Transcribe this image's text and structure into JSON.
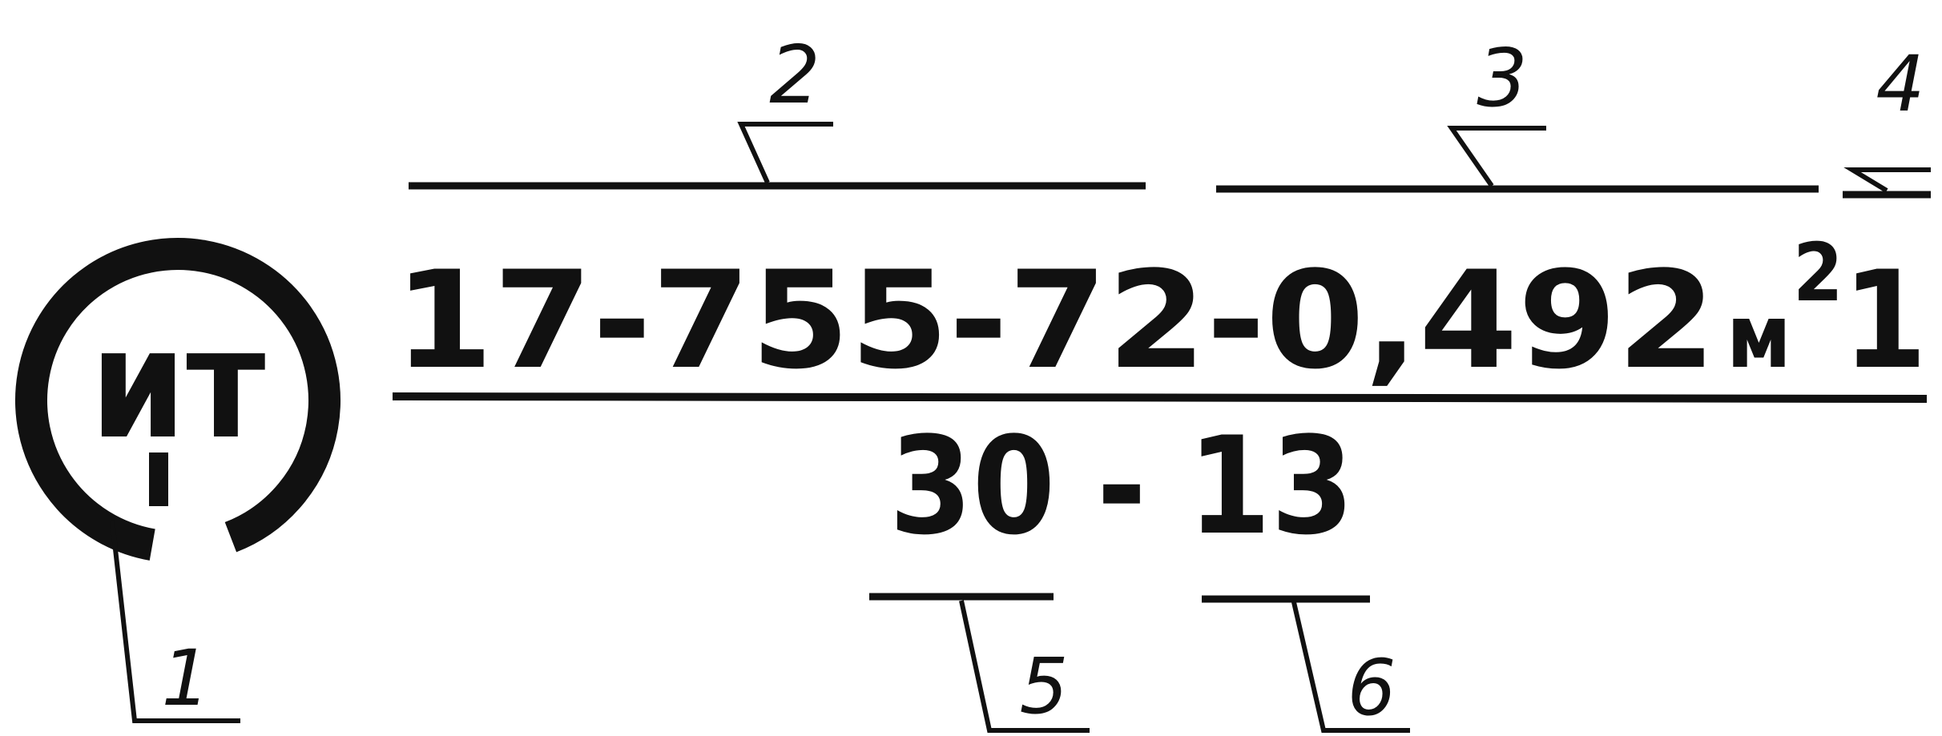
{
  "logo": {
    "text": "ит"
  },
  "formula": {
    "designation": "17-755-72-0,492",
    "unit": "м",
    "unit_power": "2",
    "grade": "1",
    "bottom": "30 - 13"
  },
  "callouts": {
    "c1": "1",
    "c2": "2",
    "c3": "3",
    "c4": "4",
    "c5": "5",
    "c6": "6"
  },
  "colors": {
    "ink": "#111111",
    "background": "#ffffff"
  }
}
